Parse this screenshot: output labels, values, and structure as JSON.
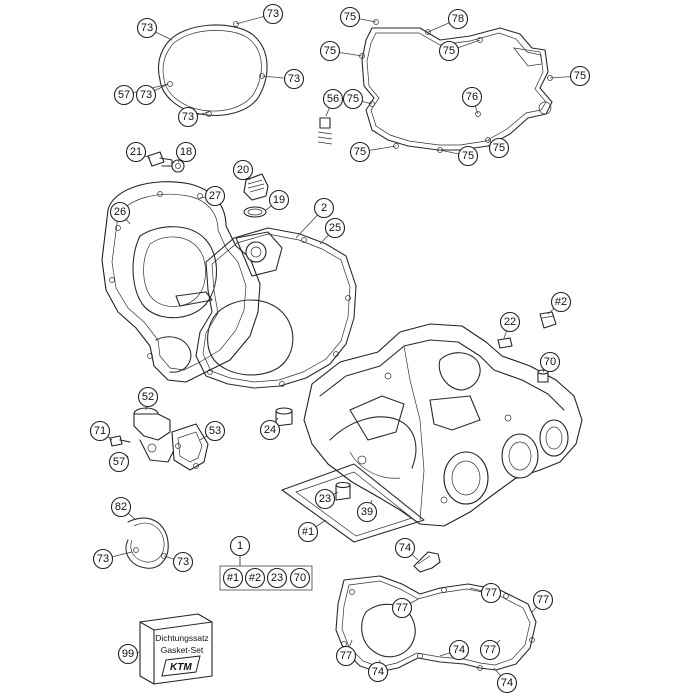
{
  "diagram": {
    "callouts": [
      "73",
      "73",
      "73",
      "57",
      "73",
      "73",
      "75",
      "78",
      "75",
      "75",
      "75",
      "56",
      "75",
      "76",
      "75",
      "75",
      "75",
      "21",
      "18",
      "20",
      "19",
      "27",
      "26",
      "2",
      "25",
      "#2",
      "22",
      "70",
      "52",
      "71",
      "53",
      "57",
      "24",
      "23",
      "39",
      "#1",
      "82",
      "73",
      "73",
      "74",
      "1",
      "#1",
      "#2",
      "23",
      "70",
      "77",
      "77",
      "77",
      "77",
      "74",
      "77",
      "74",
      "74",
      "99"
    ],
    "kit_box": {
      "line1": "Dichtungssatz",
      "line2": "Gasket-Set",
      "logo": "KTM"
    }
  }
}
